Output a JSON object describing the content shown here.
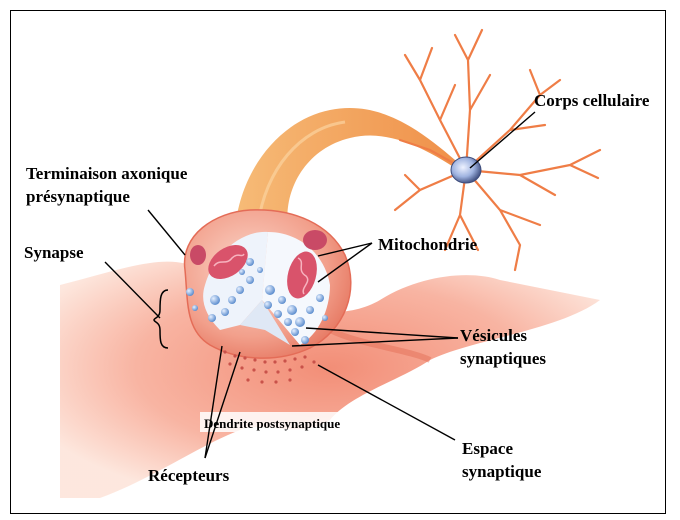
{
  "labels": {
    "corps": "Corps cellulaire",
    "terminaison_l1": "Terminaison axonique",
    "terminaison_l2": "présynaptique",
    "synapse": "Synapse",
    "mitochondrie": "Mitochondrie",
    "vesicules_l1": "Vésicules",
    "vesicules_l2": "synaptiques",
    "dendrite": "Dendrite postsynaptique",
    "espace_l1": "Espace",
    "espace_l2": "synaptique",
    "recepteurs": "Récepteurs"
  },
  "colors": {
    "dendrite": "#f6a08a",
    "axon": "#f2a35a",
    "terminal": "#f4b6a6",
    "mitochondria": "#d9536b",
    "vesicles": "#7aa6d8",
    "soma": "#9fb3e0"
  }
}
